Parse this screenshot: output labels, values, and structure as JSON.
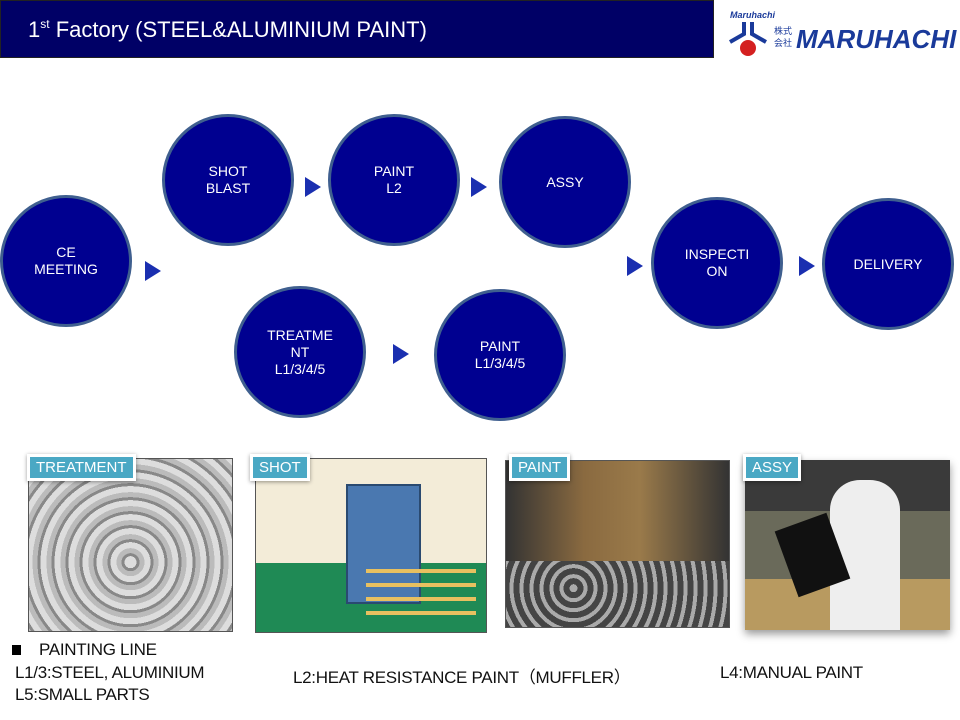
{
  "header": {
    "title_prefix": "1",
    "title_sup": "st",
    "title_rest": " Factory (STEEL&ALUMINIUM  PAINT)"
  },
  "logo": {
    "small": "Maruhachi",
    "kanji": "株式会社",
    "name": "MARUHACHI"
  },
  "flow": [
    {
      "id": "ce-meeting",
      "label": "CE\nMEETING"
    },
    {
      "id": "shot-blast",
      "label": "SHOT\nBLAST"
    },
    {
      "id": "paint-l2",
      "label": "PAINT\nL2"
    },
    {
      "id": "assy",
      "label": "ASSY"
    },
    {
      "id": "inspection",
      "label": "INSPECTI\nON"
    },
    {
      "id": "delivery",
      "label": "DELIVERY"
    },
    {
      "id": "treatment",
      "label": "TREATME\nNT\nL1/3/4/5"
    },
    {
      "id": "paint-l1345",
      "label": "PAINT\nL1/3/4/5"
    }
  ],
  "photos": [
    {
      "tag": "TREATMENT"
    },
    {
      "tag": "SHOT"
    },
    {
      "tag": "PAINT"
    },
    {
      "tag": "ASSY"
    }
  ],
  "notes": {
    "heading": "PAINTING LINE",
    "l13": "L1/3:STEEL, ALUMINIUM",
    "l2": "L2:HEAT RESISTANCE PAINT（MUFFLER）",
    "l4": "L4:MANUAL PAINT",
    "l5": "L5:SMALL PARTS"
  },
  "colors": {
    "header": "#000066",
    "circle": "#000090",
    "tag": "#4aa8c4"
  }
}
